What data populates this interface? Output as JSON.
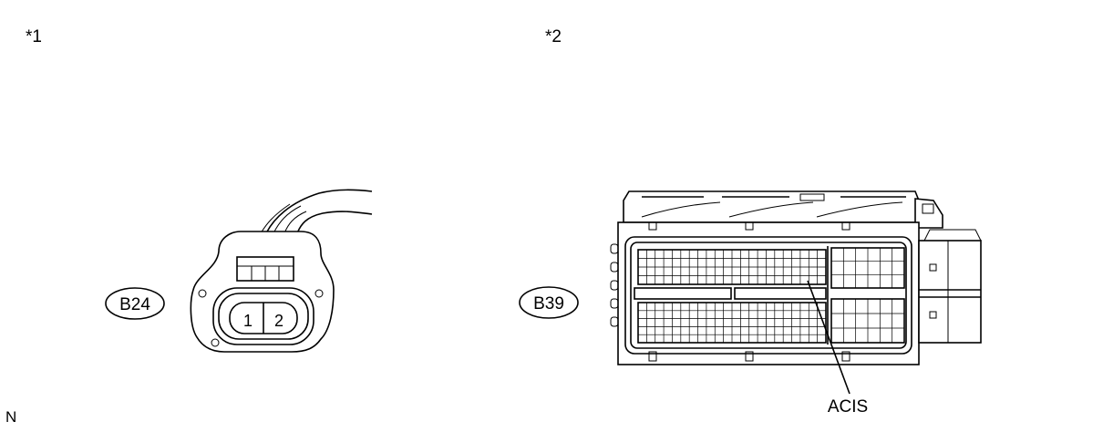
{
  "callouts": {
    "left": "*1",
    "right": "*2"
  },
  "corner_mark": "N",
  "connector_b24": {
    "label": "B24",
    "pins": [
      "1",
      "2"
    ]
  },
  "connector_b39": {
    "label": "B39",
    "terminal_label": "ACIS"
  }
}
